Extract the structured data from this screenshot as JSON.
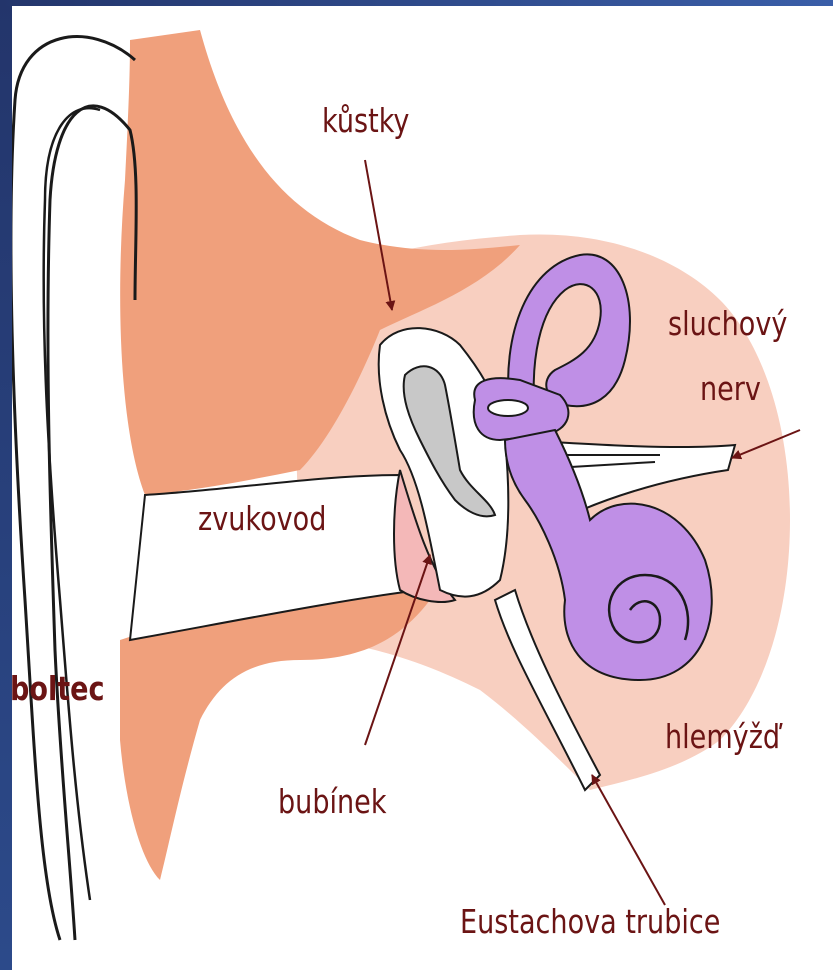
{
  "labels": {
    "kustky": "kůstky",
    "sluchovy": "sluchový",
    "nerv": "nerv",
    "zvukovod": "zvukovod",
    "boltec": "boltec",
    "bubinek": "bubínek",
    "hlemyzd": "hlemýžď",
    "eustach": "Eustachova trubice"
  },
  "colors": {
    "skin": "#f0a07c",
    "tissue": "#f8cfc0",
    "inner_ear": "#bf8fe6",
    "ossicles": "#c8c8c8",
    "label_text": "#6b1414",
    "frame": "#2c4a8a"
  }
}
